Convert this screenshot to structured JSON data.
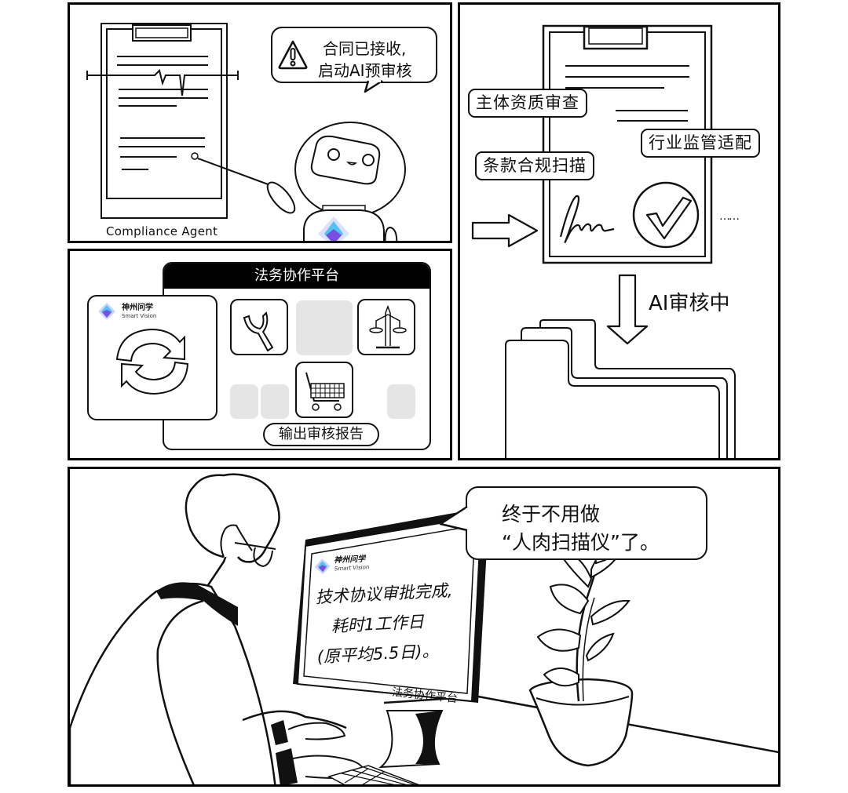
{
  "panels": {
    "p1": {
      "document_caption": "Compliance Agent",
      "speech_bubble": {
        "icon": "warning-triangle-icon",
        "line1": "合同已接收,",
        "line2": "启动AI预审核"
      }
    },
    "p2": {
      "tags": [
        {
          "label": "主体资质审查"
        },
        {
          "label": "行业监管适配"
        },
        {
          "label": "条款合规扫描"
        }
      ],
      "ellipsis": "……",
      "status_label": "AI审核中"
    },
    "p3": {
      "platform_title": "法务协作平台",
      "logo": {
        "cn": "神州问学",
        "en": "Smart Vision"
      },
      "output_button": "输出审核报告",
      "tool_icons": [
        "wrench-icon",
        "scales-icon",
        "shopping-cart-icon"
      ]
    },
    "p4": {
      "speech_bubble": {
        "line1": "终于不用做",
        "line2": "“人肉扫描仪”了。"
      },
      "monitor": {
        "logo": {
          "cn": "神州问学",
          "en": "Smart Vision"
        },
        "line1": "技术协议审批完成,",
        "line2": "耗时1工作日",
        "line3": "(原平均5.5日)。",
        "footer": "法务协作平台"
      }
    }
  },
  "colors": {
    "ink": "#111111",
    "ghost_tile": "#e5e5e5",
    "logo_purple": "#7b4de0",
    "logo_cyan": "#4fc3f7"
  }
}
